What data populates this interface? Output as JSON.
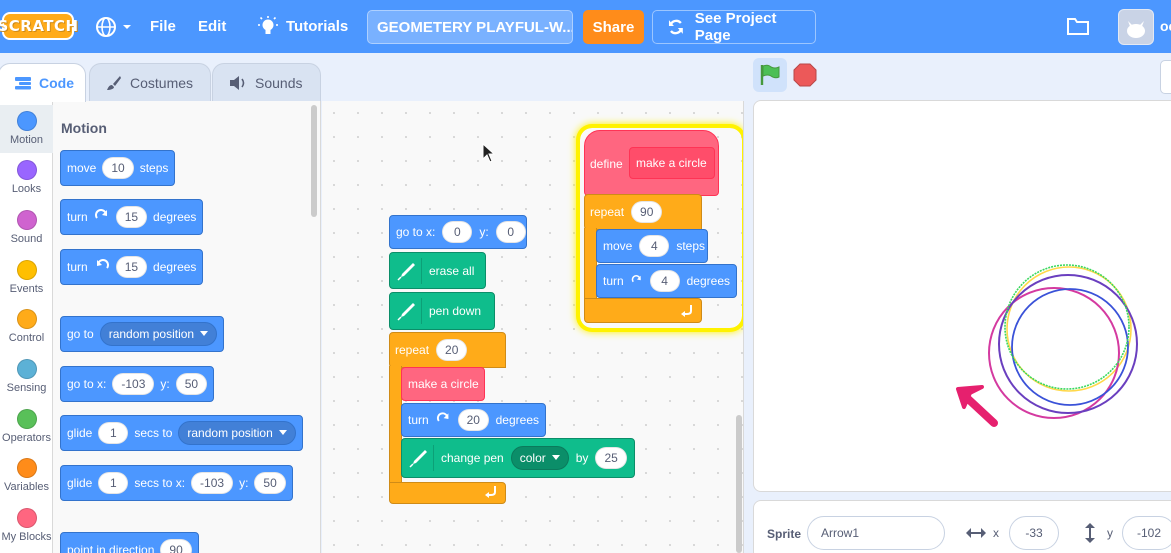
{
  "menubar": {
    "logo_text": "SCRATCH",
    "file": "File",
    "edit": "Edit",
    "tutorials": "Tutorials",
    "project_title": "GEOMETERY PLAYFUL-W...",
    "share": "Share",
    "see_project_page": "See Project Page",
    "user": "oc"
  },
  "tabs": {
    "code": "Code",
    "costumes": "Costumes",
    "sounds": "Sounds"
  },
  "categories": [
    {
      "label": "Motion",
      "color": "#4c97ff"
    },
    {
      "label": "Looks",
      "color": "#9966ff"
    },
    {
      "label": "Sound",
      "color": "#cf63cf"
    },
    {
      "label": "Events",
      "color": "#ffbf00"
    },
    {
      "label": "Control",
      "color": "#ffab19"
    },
    {
      "label": "Sensing",
      "color": "#5cb1d6"
    },
    {
      "label": "Operators",
      "color": "#59c059"
    },
    {
      "label": "Variables",
      "color": "#ff8c1a"
    },
    {
      "label": "My Blocks",
      "color": "#ff6680"
    }
  ],
  "palette": {
    "title": "Motion",
    "move": {
      "a": "move",
      "n": "10",
      "b": "steps"
    },
    "turn_cw": {
      "a": "turn",
      "n": "15",
      "b": "degrees"
    },
    "turn_ccw": {
      "a": "turn",
      "n": "15",
      "b": "degrees"
    },
    "goto": {
      "a": "go to",
      "d": "random position"
    },
    "gotoxy": {
      "a": "go to x:",
      "x": "-103",
      "b": "y:",
      "y": "50"
    },
    "glide_to": {
      "a": "glide",
      "n": "1",
      "b": "secs to",
      "d": "random position"
    },
    "glide_xy": {
      "a": "glide",
      "n": "1",
      "b": "secs to x:",
      "x": "-103",
      "c": "y:",
      "y": "50"
    },
    "point": {
      "a": "point in direction",
      "n": "90"
    }
  },
  "script1": {
    "gotoxy": {
      "a": "go to x:",
      "x": "0",
      "b": "y:",
      "y": "0"
    },
    "erase_all": "erase all",
    "pen_down": "pen down",
    "repeat": {
      "a": "repeat",
      "n": "20"
    },
    "make_circle": "make a circle",
    "turn": {
      "a": "turn",
      "n": "20",
      "b": "degrees"
    },
    "change_pen": {
      "a": "change pen",
      "d": "color",
      "b": "by",
      "n": "25"
    }
  },
  "script2": {
    "define": "define",
    "proc_name": "make a circle",
    "repeat": {
      "a": "repeat",
      "n": "90"
    },
    "move": {
      "a": "move",
      "n": "4",
      "b": "steps"
    },
    "turn": {
      "a": "turn",
      "n": "4",
      "b": "degrees"
    }
  },
  "sprite_info": {
    "sprite_label": "Sprite",
    "sprite_name": "Arrow1",
    "x_label": "x",
    "x_value": "-33",
    "y_label": "y",
    "y_value": "-102"
  },
  "colors": {
    "motion": "#4c97ff",
    "pen": "#0fbd8c",
    "control": "#ffab19",
    "myblocks": "#ff6680",
    "share": "#ff8c1a",
    "sprite_arrow": "#e6206e"
  }
}
